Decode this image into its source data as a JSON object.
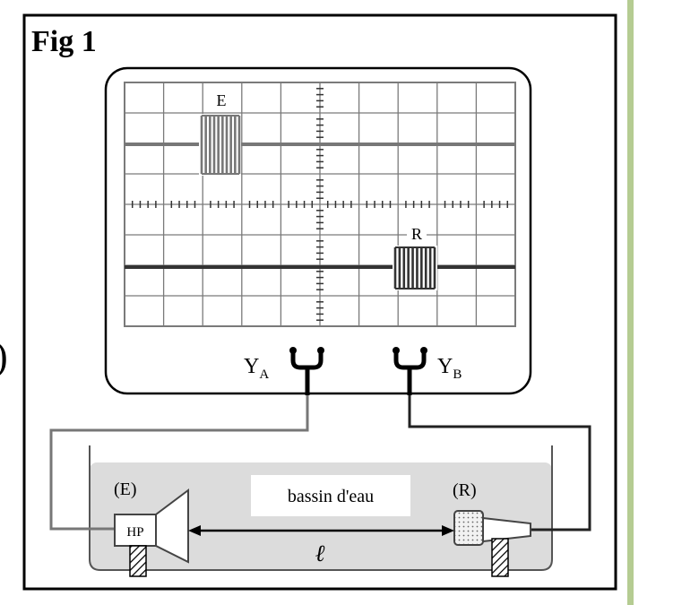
{
  "figure": {
    "title": "Fig 1",
    "margin_glyph": ")",
    "trace_labels": {
      "emitter": "E",
      "receiver": "R"
    },
    "inputs": {
      "channel_a": {
        "base": "Y",
        "sub": "A"
      },
      "channel_b": {
        "base": "Y",
        "sub": "B"
      }
    },
    "setup": {
      "basin_label": "bassin d'eau",
      "emitter_label": "(E)",
      "speaker_label": "HP",
      "receiver_label": "(R)",
      "distance_label": "ℓ"
    }
  },
  "colors": {
    "frame": "#000000",
    "basin_water": "#dcdcdc",
    "grid_line": "#7a7a7a",
    "trace_a": "#777777",
    "trace_b": "#333333",
    "side_strip": "#b5cc92"
  }
}
